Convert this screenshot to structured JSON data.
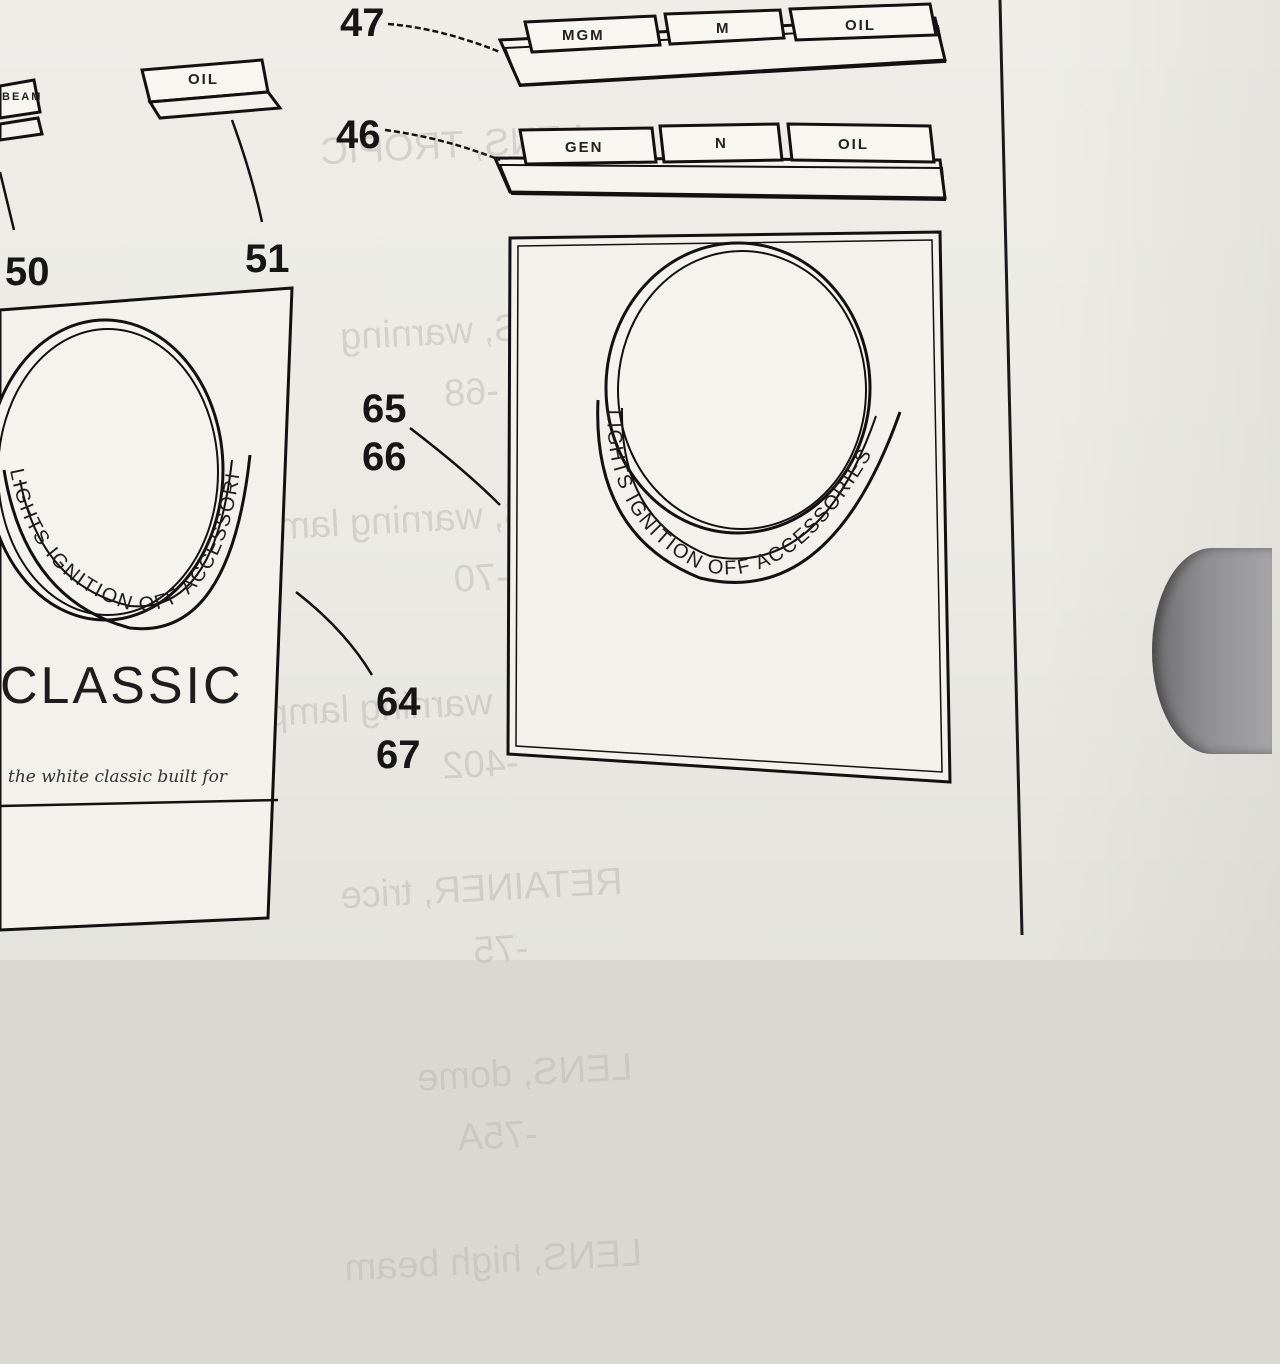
{
  "callouts": {
    "c47": "47",
    "c46": "46",
    "c50": "50",
    "c51": "51",
    "c65": "65",
    "c66": "66",
    "c64": "64",
    "c67": "67"
  },
  "indicator_strips": {
    "strip_47": [
      "MGM",
      "M",
      "OIL"
    ],
    "strip_46": [
      "GEN",
      "N",
      "OIL"
    ]
  },
  "small_parts": {
    "part_51_label": "OIL",
    "part_50_label": "BEAM"
  },
  "panels": {
    "left_arc_text": "LIGHTS IGNITION OFF ACCESSORIES",
    "left_brand": "CLASSIC",
    "left_script": "the white classic built for",
    "right_arc_text": "LIGHTS IGNITION OFF ACCESSORIES"
  },
  "bleed_through_text": {
    "left_lines": [
      "LENS, TROPIC",
      "LENS, warning",
      "LENS, warning lamp",
      "LENS, warning lamp",
      "RETAINER, trice",
      "LENS, dome",
      "LENS, high beam"
    ],
    "right_lines": [
      "",
      "",
      "-68",
      "-70",
      "-402",
      "-75",
      "-75A"
    ]
  },
  "colors": {
    "paper": "#eeede8",
    "ink": "#161616",
    "hole": "#8f8f92"
  }
}
